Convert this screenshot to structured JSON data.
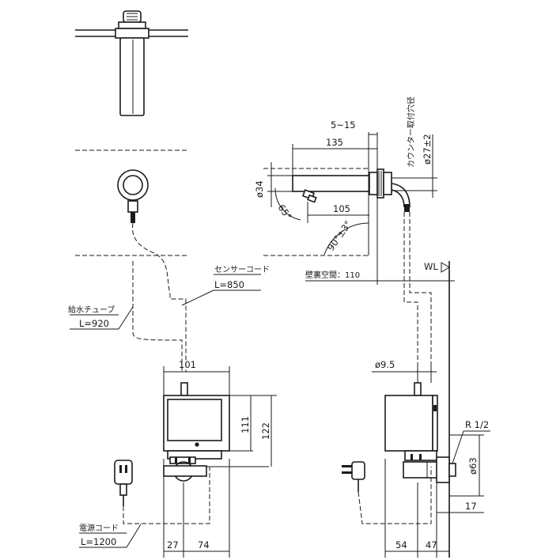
{
  "dimensions": {
    "wall_gap": "5~15",
    "spout_length": "135",
    "spout_dia": "ø34",
    "angle_65": "65°",
    "spout_inner": "105",
    "angle_90": "90°±3°",
    "mount_hole_label": "カウンター取付穴径",
    "mount_hole_dia": "ø27±2",
    "wall_space": "壁裏空間：110",
    "wl": "WL",
    "tube_dia": "ø9.5",
    "box_width": "101",
    "box_h1": "111",
    "box_h2": "122",
    "thread": "R 1/2",
    "pipe_dia": "ø63",
    "offset_17": "17",
    "bottom_27": "27",
    "bottom_74": "74",
    "bottom_54": "54",
    "bottom_47": "47"
  },
  "labels": {
    "sensor_cord": "センサーコード",
    "sensor_cord_len": "L=850",
    "supply_tube": "給水チューブ",
    "supply_tube_len": "L=920",
    "power_cord": "電源コード",
    "power_cord_len": "L=1200"
  }
}
